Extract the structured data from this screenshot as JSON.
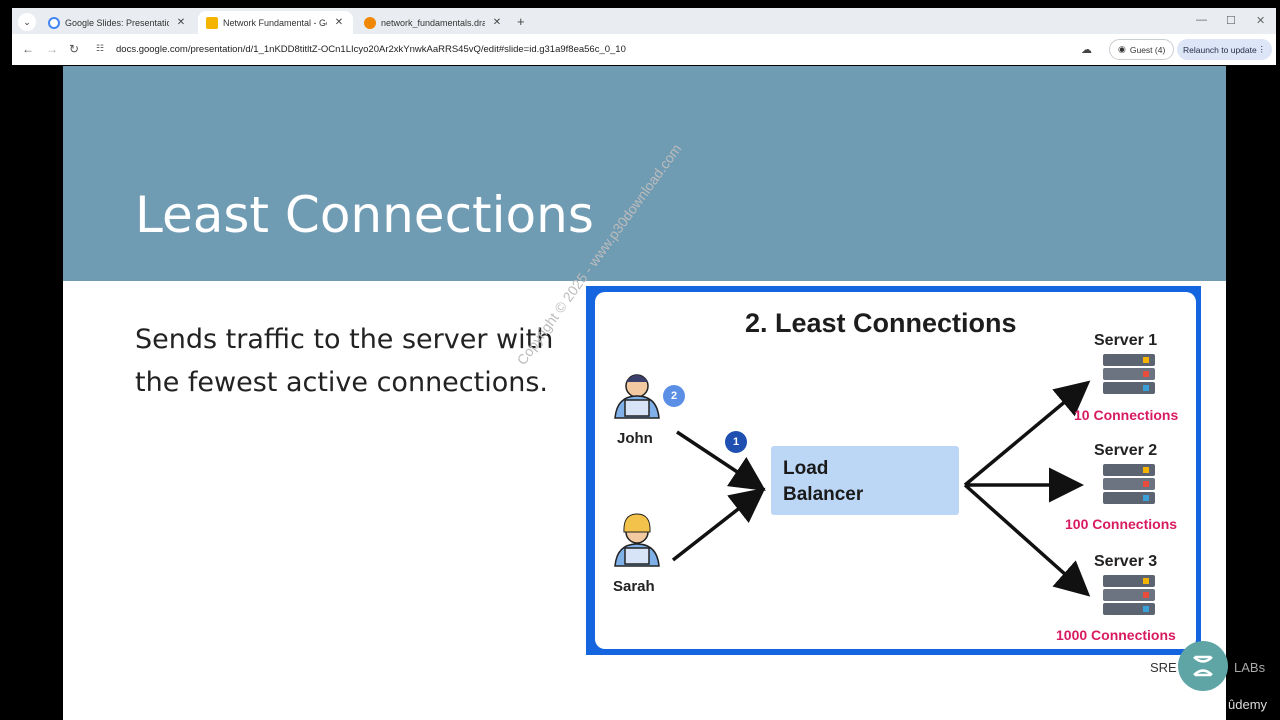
{
  "browser": {
    "tabs": [
      {
        "title": "Google Slides: Presentation Slic",
        "active": false,
        "favicon_color": "#4285f4"
      },
      {
        "title": "Network Fundamental - Google",
        "active": true,
        "favicon_color": "#f4b400"
      },
      {
        "title": "network_fundamentals.drawio",
        "active": false,
        "favicon_color": "#f08705"
      }
    ],
    "url": "docs.google.com/presentation/d/1_1nKDD8titltZ-OCn1LIcyo20Ar2xkYnwkAaRRS45vQ/edit#slide=id.g31a9f8ea56c_0_10",
    "guest_label": "Guest (4)",
    "relaunch_label": "Relaunch to update"
  },
  "slide": {
    "title": "Least Connections",
    "body": "Sends traffic to the server with the fewest active connections.",
    "header_color": "#6f9bb3"
  },
  "diagram": {
    "title": "2. Least Connections",
    "users": [
      "John",
      "Sarah"
    ],
    "badges": [
      "2",
      "1"
    ],
    "load_balancer": [
      "Load",
      "Balancer"
    ],
    "servers": [
      {
        "name": "Server 1",
        "connections": "10 Connections"
      },
      {
        "name": "Server 2",
        "connections": "100 Connections"
      },
      {
        "name": "Server 3",
        "connections": "1000 Connections"
      }
    ],
    "border_color": "#1565e0",
    "connection_color": "#d81b60"
  },
  "watermark": "Copyright © 2025 - www.p30download.com",
  "branding": {
    "sre": "SRE",
    "labs": "LABs",
    "udemy": "ûdemy"
  }
}
